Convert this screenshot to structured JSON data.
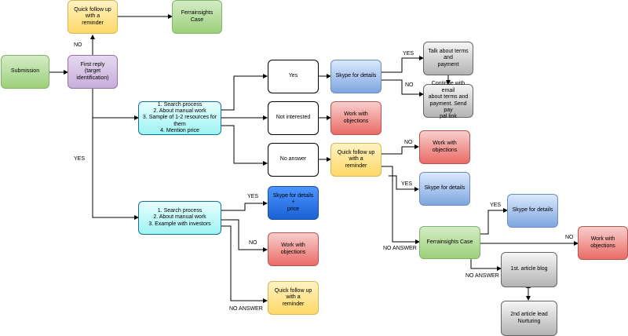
{
  "nodes": {
    "submission": "Submission",
    "first_reply": "First reply\n(target identification)",
    "quick_follow_top": "Quick follow up with a\nreminder",
    "ferrainsights_top": "Ferrainsights Case",
    "search_process_a": "1. Search process\n2. About manual work\n3. Sample of 1-2 resources for them\n4. Mention price",
    "yes_box": "Yes",
    "skype_details_a": "Skype for details",
    "talk_terms": "Talk about terms and\npayment",
    "continue_email": "Continue with email\nabout terms and\npayment. Send pay\npal link",
    "not_interested": "Not interested",
    "objections_a": "Work with objections",
    "no_answer_box": "No answer",
    "quick_follow_mid": "Quick follow up with a\nreminder",
    "objections_b": "Work with objections",
    "skype_details_b": "Skype for details",
    "search_process_b": "1. Search process\n2. About manual work\n3. Example with investors",
    "skype_price": "Skype for details +\nprice",
    "objections_c": "Work with objections",
    "quick_follow_bottom": "Quick follow up with a\nreminder",
    "ferrainsights_case": "Ferrainsights Case",
    "skype_details_c": "Skype for details",
    "objections_d": "Work with objections",
    "article_blog": "1st. article blog",
    "article_lead": "2nd article lead\nNurturing"
  },
  "labels": {
    "no_top": "NO",
    "yes_left": "YES",
    "yes_talk": "YES",
    "no_continue": "NO",
    "no_mid": "NO",
    "yes_mid": "YES",
    "no_answer_mid": "NO ANSWER",
    "yes_price": "YES",
    "no_lower": "NO",
    "no_answer_lower": "NO ANSWER",
    "yes_case": "YES",
    "no_case": "NO",
    "no_answer_case": "NO ANSWER"
  }
}
